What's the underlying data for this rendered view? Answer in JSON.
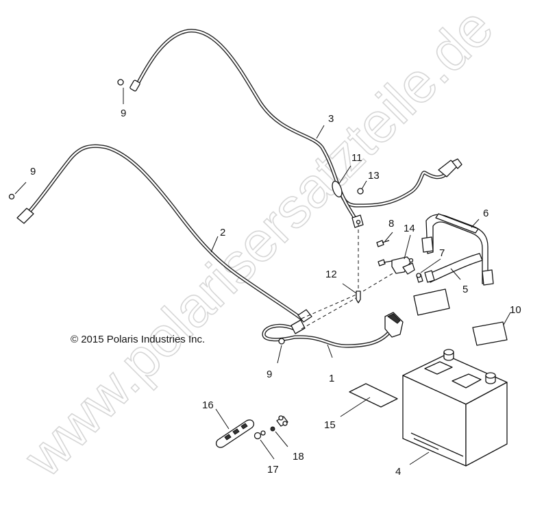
{
  "watermark": "www.polarisersatzteile.de",
  "copyright": "© 2015 Polaris Industries Inc.",
  "callouts": {
    "c1": "1",
    "c2": "2",
    "c3": "3",
    "c4": "4",
    "c5": "5",
    "c6": "6",
    "c7": "7",
    "c8": "8",
    "c9a": "9",
    "c9b": "9",
    "c9c": "9",
    "c10": "10",
    "c11": "11",
    "c12": "12",
    "c13": "13",
    "c14": "14",
    "c15": "15",
    "c16": "16",
    "c17": "17",
    "c18": "18"
  }
}
